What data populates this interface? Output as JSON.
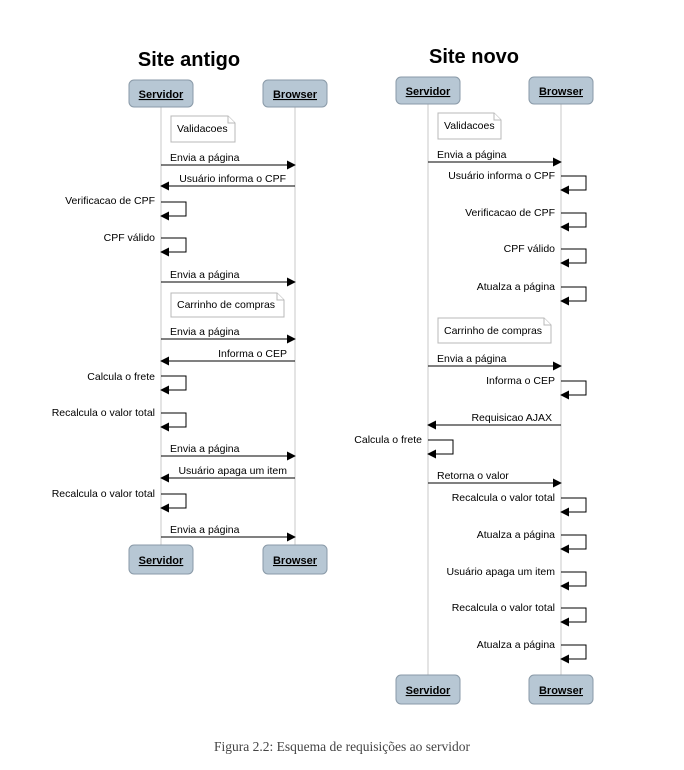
{
  "caption": "Figura 2.2: Esquema de requisições ao servidor",
  "diagrams": [
    {
      "title": "Site antigo",
      "actors": {
        "left": "Servidor",
        "right": "Browser"
      },
      "steps": [
        {
          "kind": "note",
          "text": "Validacoes"
        },
        {
          "kind": "msg",
          "dir": "right",
          "text": "Envia a página"
        },
        {
          "kind": "msg",
          "dir": "left",
          "text": "Usuário informa o CPF"
        },
        {
          "kind": "self",
          "side": "left",
          "text": "Verificacao de CPF"
        },
        {
          "kind": "self",
          "side": "left",
          "text": "CPF válido"
        },
        {
          "kind": "msg",
          "dir": "right",
          "text": "Envia a página"
        },
        {
          "kind": "note",
          "text": "Carrinho de compras"
        },
        {
          "kind": "msg",
          "dir": "right",
          "text": "Envia a página"
        },
        {
          "kind": "msg",
          "dir": "left",
          "text": "Informa o CEP"
        },
        {
          "kind": "self",
          "side": "left",
          "text": "Calcula o frete"
        },
        {
          "kind": "self",
          "side": "left",
          "text": "Recalcula o valor total"
        },
        {
          "kind": "msg",
          "dir": "right",
          "text": "Envia a página"
        },
        {
          "kind": "msg",
          "dir": "left",
          "text": "Usuário apaga um item"
        },
        {
          "kind": "self",
          "side": "left",
          "text": "Recalcula o valor total"
        },
        {
          "kind": "msg",
          "dir": "right",
          "text": "Envia a página"
        }
      ]
    },
    {
      "title": "Site novo",
      "actors": {
        "left": "Servidor",
        "right": "Browser"
      },
      "steps": [
        {
          "kind": "note",
          "text": "Validacoes"
        },
        {
          "kind": "msg",
          "dir": "right",
          "text": "Envia a página"
        },
        {
          "kind": "self",
          "side": "right",
          "text": "Usuário informa o CPF"
        },
        {
          "kind": "self",
          "side": "right",
          "text": "Verificacao de CPF"
        },
        {
          "kind": "self",
          "side": "right",
          "text": "CPF válido"
        },
        {
          "kind": "self",
          "side": "right",
          "text": "Atualza a página"
        },
        {
          "kind": "note",
          "text": "Carrinho de compras"
        },
        {
          "kind": "msg",
          "dir": "right",
          "text": "Envia a página"
        },
        {
          "kind": "self",
          "side": "right",
          "text": "Informa o CEP"
        },
        {
          "kind": "msg",
          "dir": "left",
          "text": "Requisicao AJAX"
        },
        {
          "kind": "self",
          "side": "left",
          "text": "Calcula o frete"
        },
        {
          "kind": "msg",
          "dir": "right",
          "text": "Retorna o valor"
        },
        {
          "kind": "self",
          "side": "right",
          "text": "Recalcula o valor total"
        },
        {
          "kind": "self",
          "side": "right",
          "text": "Atualza a página"
        },
        {
          "kind": "self",
          "side": "right",
          "text": "Usuário apaga um item"
        },
        {
          "kind": "self",
          "side": "right",
          "text": "Recalcula o valor total"
        },
        {
          "kind": "self",
          "side": "right",
          "text": "Atualza a página"
        }
      ]
    }
  ]
}
